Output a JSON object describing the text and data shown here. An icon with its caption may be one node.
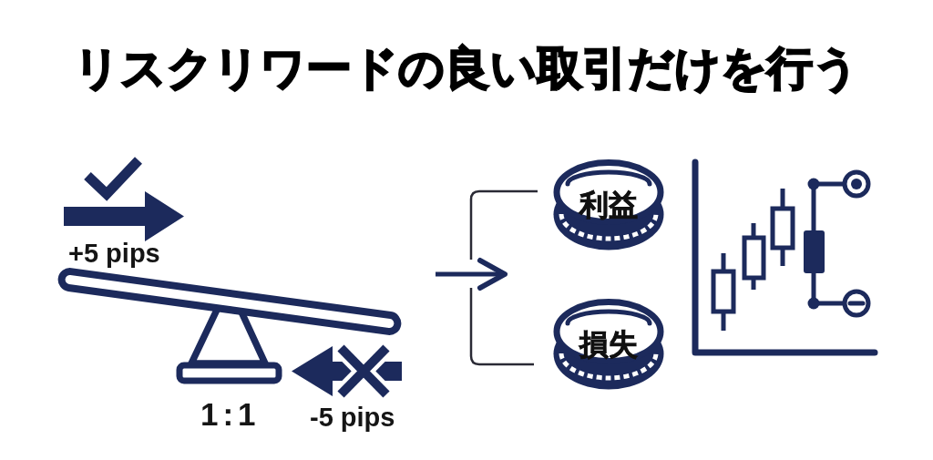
{
  "diagram": {
    "title": "リスクリワードの良い取引だけを行う",
    "nodes": [
      {
        "text": [
          "利益"
        ]
      },
      {
        "text": [
          "損失"
        ]
      }
    ],
    "labels": [
      "+5 pips",
      "1:1",
      "-5 pips"
    ]
  }
}
